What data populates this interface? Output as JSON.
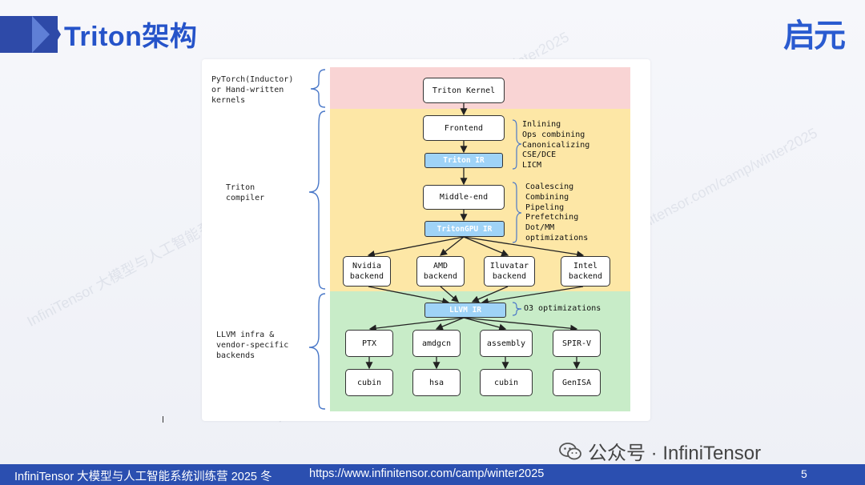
{
  "slide": {
    "title": "Triton架构",
    "logo": "启元",
    "page_number": "5"
  },
  "footer": {
    "left": "InfiniTensor 大模型与人工智能系统训练营 2025 冬",
    "url": "https://www.infinitensor.com/camp/winter2025"
  },
  "wechat": {
    "label": "公众号 · InfiniTensor"
  },
  "watermark": {
    "text_a": "InfiniTensor 大模型与人工智能系统训练营 2025冬 https://www.infinitensor.com/camp/winter2025",
    "text_b": "InfiniTensor 大模型与人工智能系统训练营 2025冬 https://www.infinitensor.com/camp/winter2025"
  },
  "diagram": {
    "labels": {
      "top": "PyTorch(Inductor)\nor Hand-written\nkernels",
      "middle": "Triton\ncompiler",
      "bottom": "LLVM infra &\nvendor-specific\nbackends"
    },
    "nodes": {
      "triton_kernel": "Triton Kernel",
      "frontend": "Frontend",
      "triton_ir": "Triton IR",
      "middle_end": "Middle-end",
      "tritongpu_ir": "TritonGPU IR",
      "nvidia": "Nvidia\nbackend",
      "amd": "AMD\nbackend",
      "iluvatar": "Iluvatar\nbackend",
      "intel": "Intel\nbackend",
      "llvm_ir": "LLVM IR",
      "ptx": "PTX",
      "amdgcn": "amdgcn",
      "assembly": "assembly",
      "spirv": "SPIR-V",
      "cubin1": "cubin",
      "hsa": "hsa",
      "cubin2": "cubin",
      "genisa": "GenISA"
    },
    "notes": {
      "frontend": [
        "Inlining",
        "Ops combining",
        "Canonicalizing",
        "CSE/DCE",
        "LICM"
      ],
      "middle": [
        "Coalescing",
        "Combining",
        "Pipeling",
        "Prefetching",
        "Dot/MM",
        "optimizations"
      ],
      "llvm": "O3 optimizations"
    }
  }
}
